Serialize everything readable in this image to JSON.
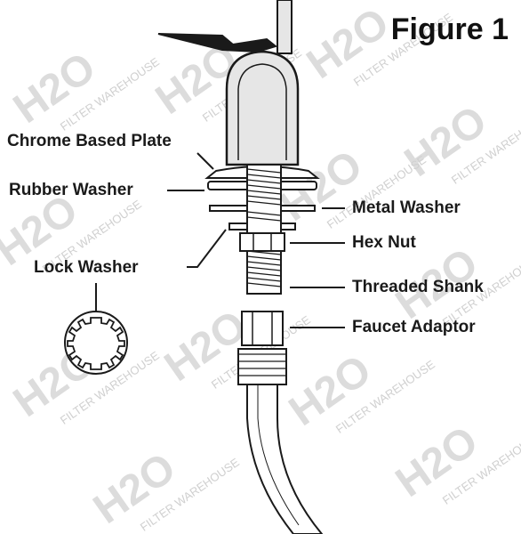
{
  "figure": {
    "title": "Figure 1"
  },
  "labels": {
    "chrome_based_plate": "Chrome Based Plate",
    "rubber_washer": "Rubber Washer",
    "metal_washer": "Metal Washer",
    "hex_nut": "Hex Nut",
    "lock_washer": "Lock Washer",
    "threaded_shank": "Threaded Shank",
    "faucet_adaptor": "Faucet Adaptor"
  },
  "watermark": {
    "text": "FILTER WAREHOUSE",
    "logo_text": "H2O",
    "color": "#d6d6d6"
  },
  "colors": {
    "line": "#1a1a1a",
    "faucet_fill": "#e6e6e6",
    "part_fill": "#ffffff"
  }
}
